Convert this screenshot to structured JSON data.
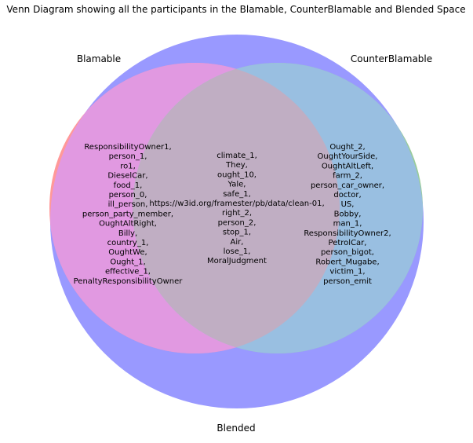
{
  "title": "Venn Diagram showing all the participants in the Blamable, CounterBlamable and Blended Space",
  "sets": {
    "a": {
      "label": "Blamable",
      "color": "#ff9999"
    },
    "b": {
      "label": "CounterBlamable",
      "color": "#99cc99"
    },
    "c": {
      "label": "Blended",
      "color": "#9999ff"
    }
  },
  "overlap_colors": {
    "a_and_c": "#e199e1",
    "b_and_c": "#99bfe1",
    "a_and_b_and_c": "#c0aec3"
  },
  "regions": {
    "a_and_c": [
      "ResponsibilityOwner1,",
      "person_1,",
      "ro1,",
      "DieselCar,",
      "food_1,",
      "person_0,",
      "ill_person,",
      "person_party_member,",
      "OughtAltRight,",
      "Billy,",
      "country_1,",
      "OughtWe,",
      "Ought_1,",
      "effective_1,",
      "PenaltyResponsibilityOwner"
    ],
    "a_and_b_and_c": [
      "climate_1,",
      "They,",
      "ought_10,",
      "Yale,",
      "safe_1,",
      "https://w3id.org/framester/pb/data/clean-01,",
      "right_2,",
      "person_2,",
      "stop_1,",
      "Air,",
      "lose_1,",
      "MoralJudgment"
    ],
    "b_and_c": [
      "Ought_2,",
      "OughtYourSide,",
      "OughtAltLeft,",
      "farm_2,",
      "person_car_owner,",
      "doctor,",
      "US,",
      "Bobby,",
      "man_1,",
      "ResponsibilityOwner2,",
      "PetrolCar,",
      "person_bigot,",
      "Robert_Mugabe,",
      "victim_1,",
      "person_emit"
    ]
  }
}
